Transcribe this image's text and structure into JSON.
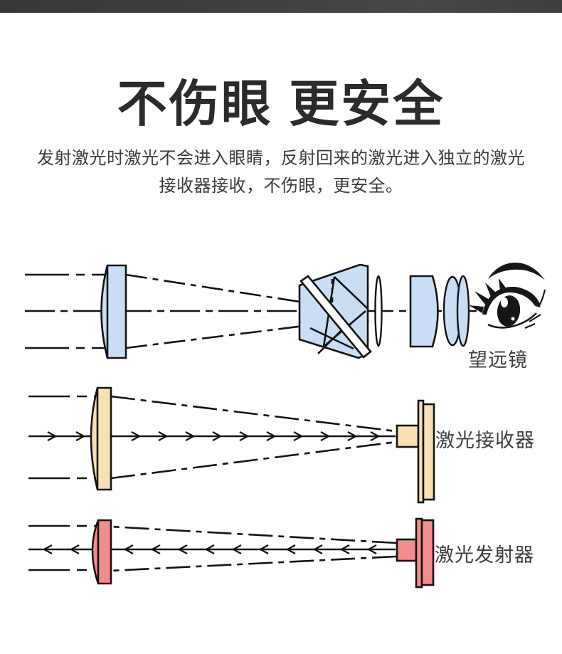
{
  "hero": {
    "title": "不伤眼 更安全",
    "subtitle_line1": "发射激光时激光不会进入眼睛，反射回来的激光进入独立的激光",
    "subtitle_line2": "接收器接收，不伤眼，更安全。"
  },
  "diagram": {
    "rows": [
      {
        "id": "telescope",
        "label": "望远镜"
      },
      {
        "id": "laser-receiver",
        "label": "激光接收器"
      },
      {
        "id": "laser-transmitter",
        "label": "激光发射器"
      }
    ],
    "colors": {
      "optics_blue": "#c9ddf5",
      "receiver_tan": "#f8e0b6",
      "transmitter_red": "#f48c8c",
      "line_black": "#141414",
      "top_bar_gray": "#413e3e",
      "title_text": "#2b2b2b",
      "body_text": "#3c3c3c"
    }
  }
}
